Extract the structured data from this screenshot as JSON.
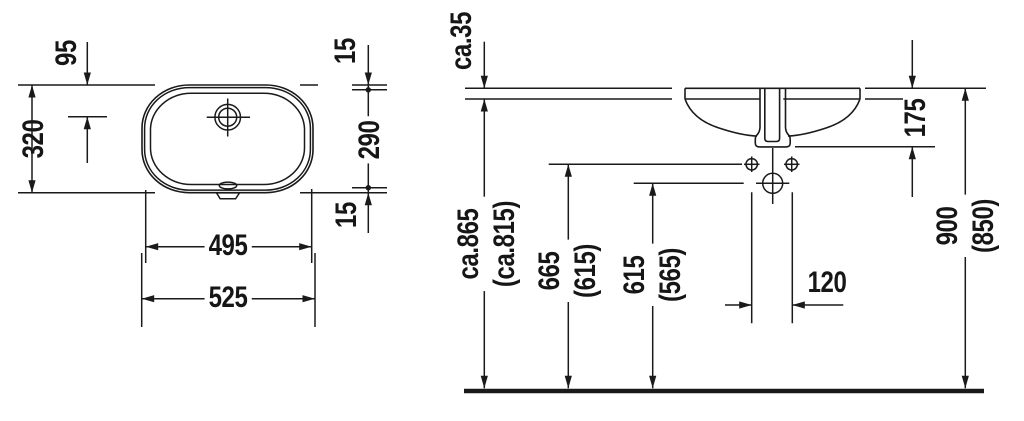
{
  "drawing_title": "washbasin-technical-dimension-drawing",
  "colors": {
    "line": "#1a1a1a",
    "background": "#ffffff",
    "text": "#161616"
  },
  "labels": {
    "top_view": {
      "drain_offset_from_top": "95",
      "basin_depth_outer": "320",
      "rim_overlap_top": "15",
      "bowl_span": "290",
      "rim_overlap_bottom": "15",
      "inner_width": "495",
      "outer_width": "525"
    },
    "front_view": {
      "counter_thickness": "ca.35",
      "counter_underside_height": "ca.865",
      "counter_underside_height_alt": "(ca.815)",
      "fixing_holes_height": "665",
      "fixing_holes_height_alt": "(615)",
      "drain_height": "615",
      "drain_height_alt": "(565)",
      "basin_depth_below_counter": "175",
      "fixing_hole_spacing": "120",
      "counter_top_height": "900",
      "counter_top_height_alt": "(850)"
    }
  }
}
